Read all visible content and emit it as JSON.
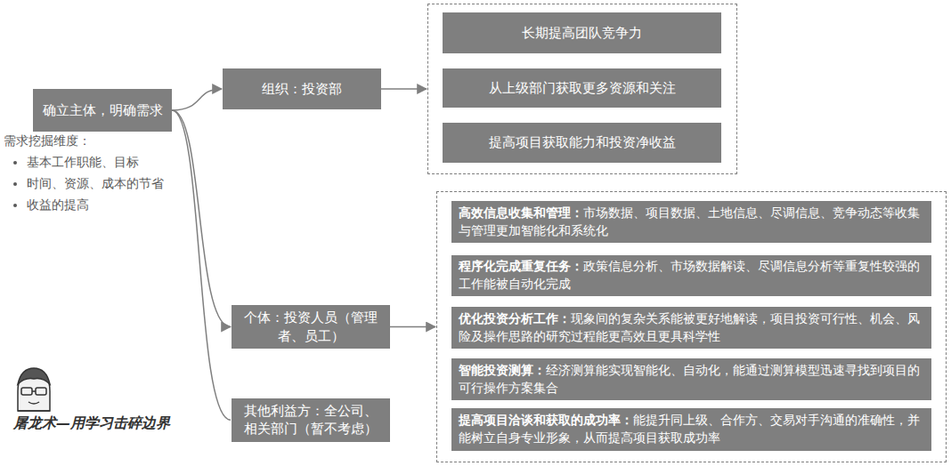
{
  "diagram": {
    "nodes": [
      {
        "text": [
          "确立主体，明确需求"
        ]
      },
      {
        "text": [
          "组织：投资部"
        ]
      },
      {
        "text": []
      },
      {
        "text": [
          "长期提高团队竞争力"
        ],
        "in": 2
      },
      {
        "text": [
          "从上级部门获取更多资源和关注"
        ],
        "in": 2
      },
      {
        "text": [
          "提高项目获取能力和投资净收益"
        ],
        "in": 2
      },
      {
        "text": [
          "个体：投资人员（管理者、员工）"
        ]
      },
      {
        "text": []
      },
      {
        "text": [
          "高效信息收集和管理：",
          "市场数据、项目数据、土地信息、尽调信息、竞争动态等收集与管理更加智能化和系统化"
        ],
        "in": 7
      },
      {
        "text": [
          "程序化完成重复任务：",
          "政策信息分析、市场数据解读、尽调信息分析等重复性较强的工作能被自动化完成"
        ],
        "in": 7
      },
      {
        "text": [
          "优化投资分析工作：",
          "现象间的复杂关系能被更好地解读，项目投资可行性、机会、风险及操作思路的研究过程能更高效且更具科学性"
        ],
        "in": 7
      },
      {
        "text": [
          "智能投资测算：",
          "经济测算能实现智能化、自动化，能通过测算模型迅速寻找到项目的可行操作方案集合"
        ],
        "in": 7
      },
      {
        "text": [
          "提高项目洽谈和获取的成功率：",
          "能提升同上级、合作方、交易对手沟通的准确性，并能树立自身专业形象，从而提高项目获取成功率"
        ],
        "in": 7
      },
      {
        "text": [
          "其他利益方：全公司、相关部门（暂不考虑）"
        ]
      }
    ],
    "edges": [
      {
        "from": 0,
        "to": 1,
        "arrow": "to"
      },
      {
        "from": 1,
        "to": 2,
        "arrow": "to"
      },
      {
        "from": 0,
        "to": 6,
        "arrow": "to"
      },
      {
        "from": 0,
        "to": 13,
        "arrow": "none"
      },
      {
        "from": 6,
        "to": 7,
        "arrow": "to"
      }
    ],
    "labels": [
      "需求挖掘维度：",
      "基本工作职能、目标",
      "时间、资源、成本的节省",
      "收益的提高",
      "屠龙术—用学习击碎边界"
    ]
  }
}
